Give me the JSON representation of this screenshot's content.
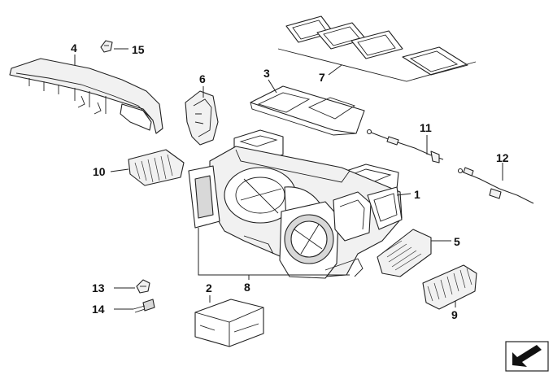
{
  "callouts": {
    "c1": "1",
    "c2": "2",
    "c3": "3",
    "c4": "4",
    "c5": "5",
    "c6": "6",
    "c7": "7",
    "c8": "8",
    "c9": "9",
    "c10": "10",
    "c11": "11",
    "c12": "12",
    "c13": "13",
    "c14": "14",
    "c15": "15"
  },
  "icons": {
    "direction": "arrow-down-left-icon"
  }
}
